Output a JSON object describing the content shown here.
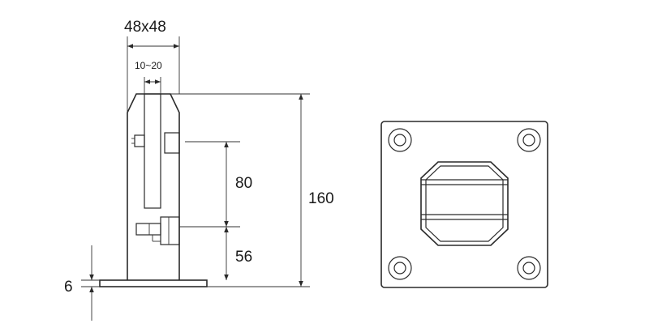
{
  "dimensions": {
    "width_label": "48x48",
    "gap_label": "10~20",
    "height_label": "160",
    "upper_spacing_label": "80",
    "lower_spacing_label": "56",
    "base_thickness_label": "6"
  },
  "colors": {
    "stroke": "#2a2a2a",
    "background": "#ffffff"
  }
}
